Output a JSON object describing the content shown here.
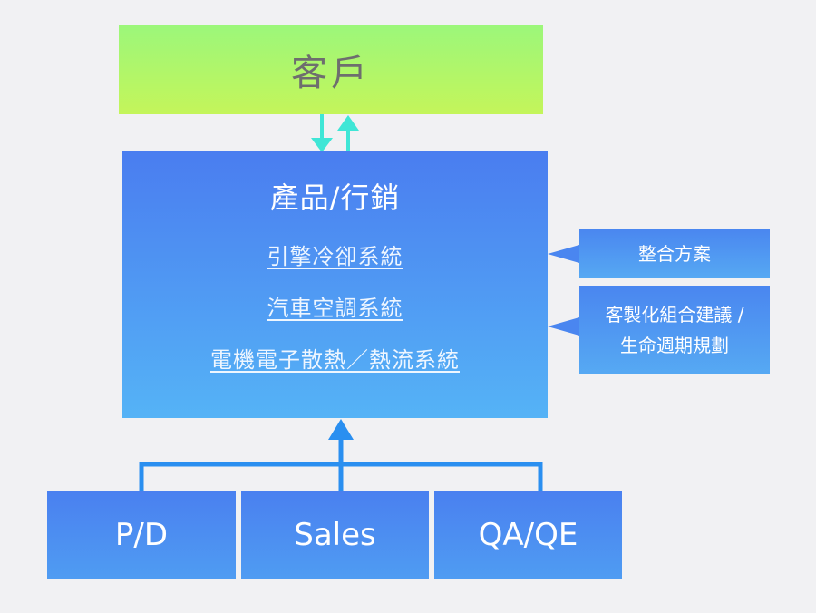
{
  "customer": {
    "label": "客戶"
  },
  "product": {
    "title": "產品/行銷",
    "links": [
      "引擎冷卻系統",
      "汽車空調系統",
      "電機電子散熱／熱流系統"
    ]
  },
  "side_notes": {
    "note1": "整合方案",
    "note2_line1": "客製化組合建議 /",
    "note2_line2": "生命週期規劃"
  },
  "teams": {
    "pd": "P/D",
    "sales": "Sales",
    "qa": "QA/QE"
  },
  "colors": {
    "customer_box": "#b0f66a",
    "product_box": "#4f95f3",
    "arrow_teal": "#3fe6d6",
    "connector_blue": "#2a8ff0"
  }
}
